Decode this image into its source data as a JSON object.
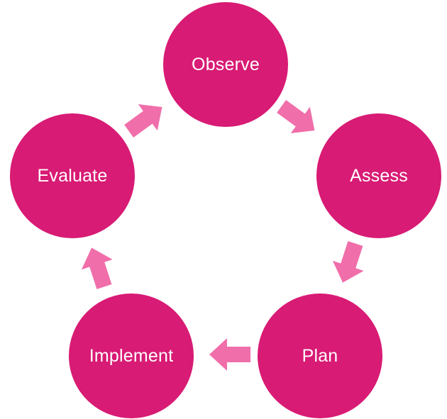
{
  "diagram": {
    "type": "cycle",
    "direction": "clockwise",
    "nodes": [
      {
        "label": "Observe"
      },
      {
        "label": "Assess"
      },
      {
        "label": "Plan"
      },
      {
        "label": "Implement"
      },
      {
        "label": "Evaluate"
      }
    ],
    "arrows": [
      {
        "from": "Observe",
        "to": "Assess"
      },
      {
        "from": "Assess",
        "to": "Plan"
      },
      {
        "from": "Plan",
        "to": "Implement"
      },
      {
        "from": "Implement",
        "to": "Evaluate"
      },
      {
        "from": "Evaluate",
        "to": "Observe"
      }
    ],
    "colors": {
      "node_fill": "#d81b74",
      "node_stroke": "#ffffff",
      "arrow_fill": "#f06eaa",
      "label_text": "#ffffff",
      "page_bg": "#ffffff"
    }
  }
}
